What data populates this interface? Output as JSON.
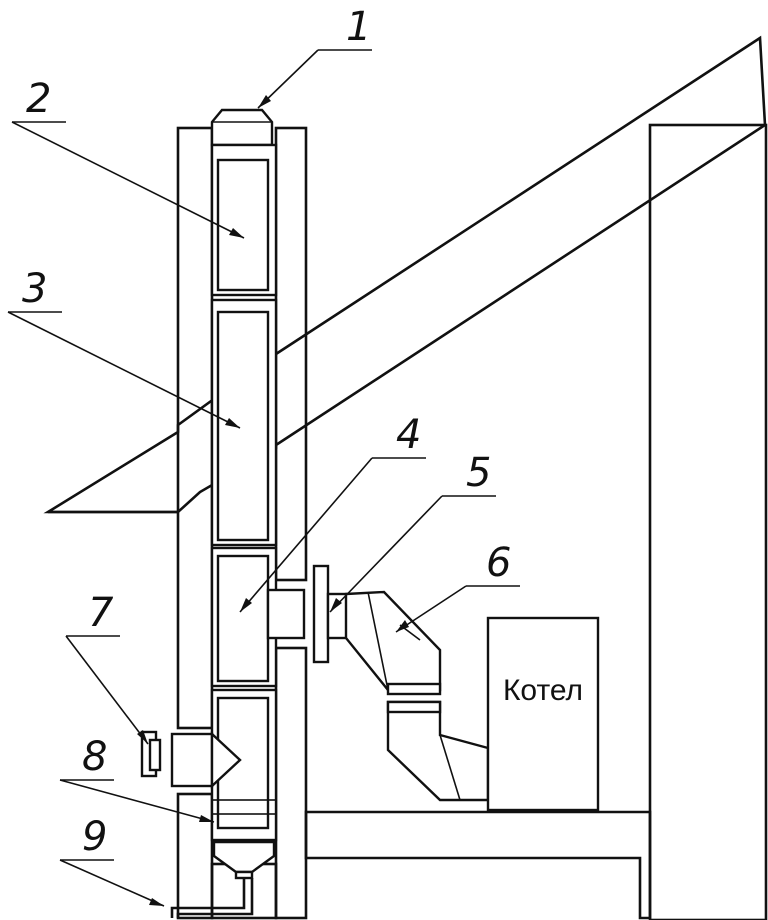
{
  "diagram": {
    "callouts": [
      {
        "number": "1"
      },
      {
        "number": "2"
      },
      {
        "number": "3"
      },
      {
        "number": "4"
      },
      {
        "number": "5"
      },
      {
        "number": "6"
      },
      {
        "number": "7"
      },
      {
        "number": "8"
      },
      {
        "number": "9"
      }
    ],
    "boiler_label": "Котел"
  }
}
